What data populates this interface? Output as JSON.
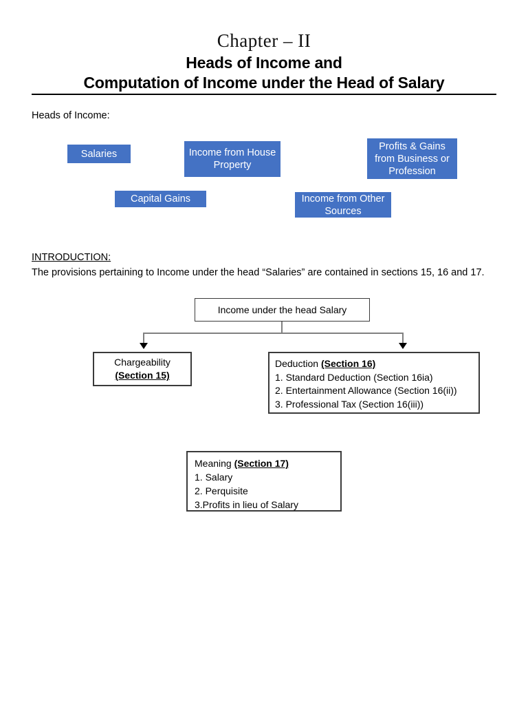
{
  "title": {
    "chapter": "Chapter – II",
    "line2": "Heads of Income and",
    "line3": "Computation of Income under the Head of Salary"
  },
  "heads_section": {
    "label": "Heads of Income:",
    "accent_color": "#4472C4",
    "boxes": [
      {
        "name": "salaries",
        "text": "Salaries"
      },
      {
        "name": "house-property",
        "text": "Income from House Property"
      },
      {
        "name": "profits-gains-business-profession",
        "text": "Profits & Gains from Business or Profession"
      },
      {
        "name": "capital-gains",
        "text": "Capital Gains"
      },
      {
        "name": "other-sources",
        "text": "Income from Other Sources"
      }
    ]
  },
  "introduction": {
    "heading": "INTRODUCTION:",
    "paragraph": "The provisions pertaining to Income under the head “Salaries” are contained in sections 15, 16 and 17."
  },
  "flowchart": {
    "root": "Income under the head Salary",
    "chargeability": {
      "title": "Chargeability",
      "section": "(Section 15)"
    },
    "deduction": {
      "title": "Deduction ",
      "section": "(Section 16)",
      "items": [
        "1. Standard Deduction (Section 16ia)",
        "2. Entertainment Allowance (Section 16(ii))",
        "3. Professional Tax (Section 16(iii))"
      ]
    },
    "meaning": {
      "title": "Meaning ",
      "section": "(Section 17) ",
      "items": [
        "1. Salary",
        "2. Perquisite",
        "3.Profits in lieu of Salary"
      ]
    }
  }
}
